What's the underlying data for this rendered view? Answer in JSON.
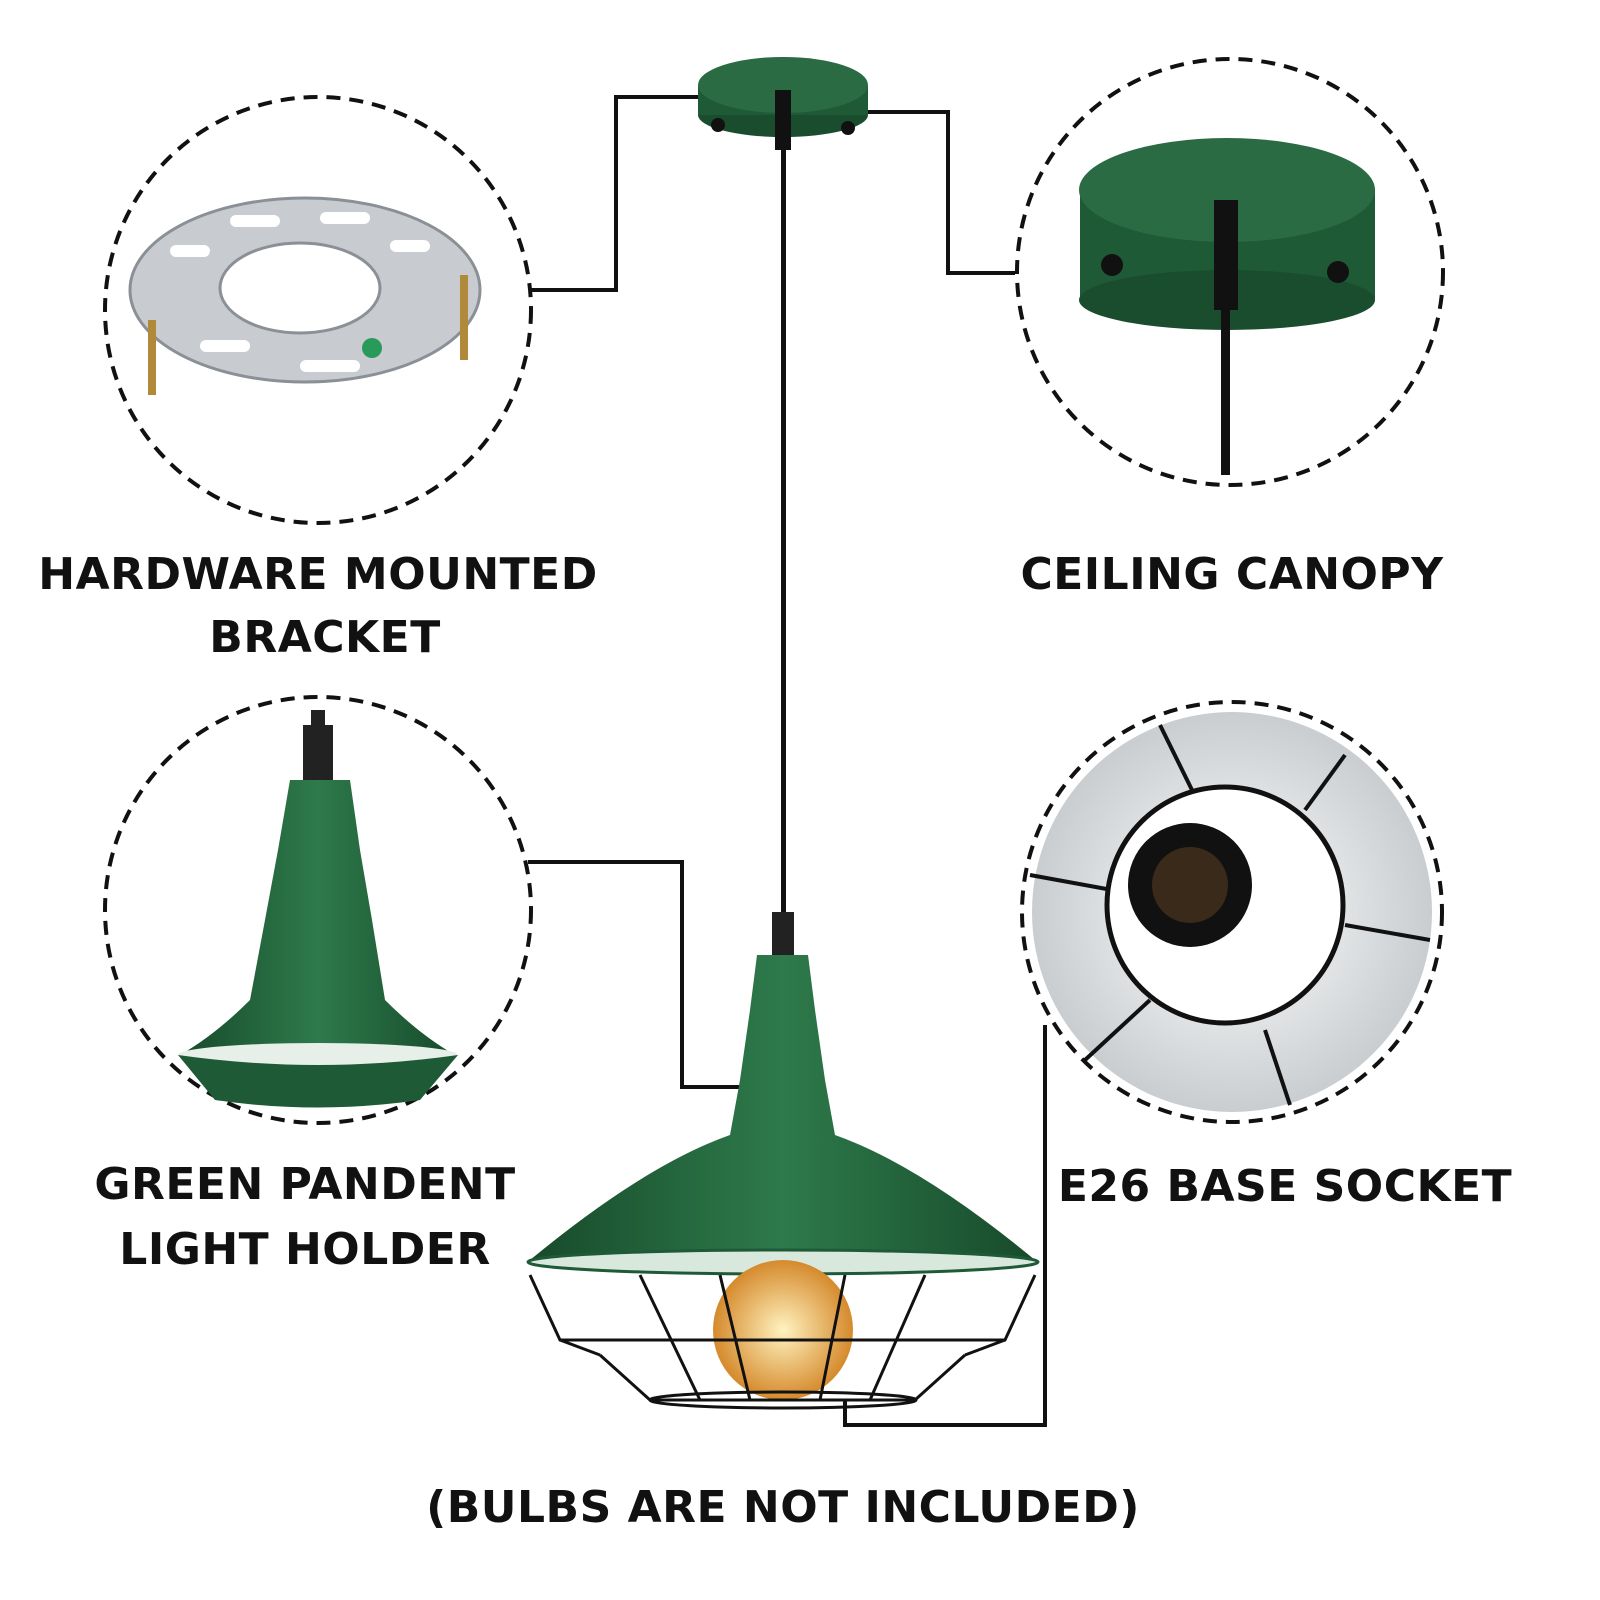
{
  "labels": {
    "bracket_line1": "HARDWARE MOUNTED",
    "bracket_line2": "BRACKET",
    "canopy": "CEILING CANOPY",
    "holder_line1": "GREEN PANDENT",
    "holder_line2": "LIGHT HOLDER",
    "socket": "E26 BASE SOCKET",
    "note": "(BULBS ARE NOT INCLUDED)"
  },
  "colors": {
    "lamp_green": "#1f5a36",
    "lamp_green_light": "#2e7a4b",
    "line": "#111111",
    "bulb": "#e8a84a"
  }
}
